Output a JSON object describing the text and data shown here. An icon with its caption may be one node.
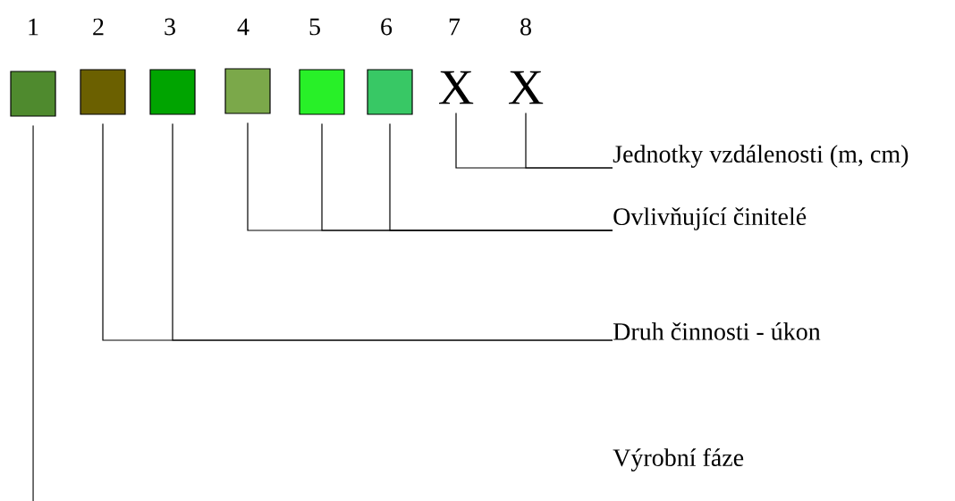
{
  "diagram": {
    "nodes": [
      {
        "text": [],
        "shape": "box"
      },
      {
        "text": [],
        "shape": "box"
      },
      {
        "text": [],
        "shape": "box"
      },
      {
        "text": [],
        "shape": "box"
      },
      {
        "text": [],
        "shape": "box"
      },
      {
        "text": [],
        "shape": "box"
      },
      {
        "text": [
          "X"
        ]
      },
      {
        "text": [
          "X"
        ]
      },
      {
        "text": [
          "Jednotky vzdálenosti (m, cm)"
        ]
      },
      {
        "text": [
          "Ovlivňující činitelé"
        ]
      },
      {
        "text": [
          "Druh činnosti - úkon"
        ]
      }
    ],
    "edges": [
      {
        "from": 0,
        "to": null,
        "arrow": "none"
      },
      {
        "from": 1,
        "to": 10,
        "arrow": "none"
      },
      {
        "from": 2,
        "to": 10,
        "arrow": "none"
      },
      {
        "from": 3,
        "to": 9,
        "arrow": "none"
      },
      {
        "from": 4,
        "to": 9,
        "arrow": "none"
      },
      {
        "from": 5,
        "to": 9,
        "arrow": "none"
      },
      {
        "from": 6,
        "to": 8,
        "arrow": "none"
      },
      {
        "from": 7,
        "to": 8,
        "arrow": "none"
      }
    ],
    "labels": [
      "1",
      "2",
      "3",
      "4",
      "5",
      "6",
      "7",
      "8",
      "Výrobní fáze"
    ]
  }
}
